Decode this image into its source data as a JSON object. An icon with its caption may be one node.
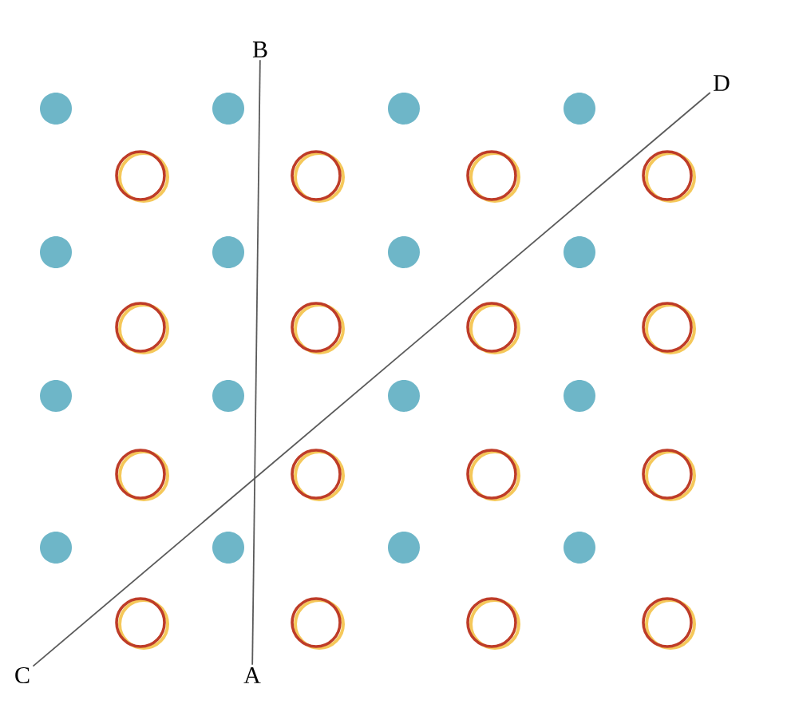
{
  "diagram": {
    "nodes": [
      {
        "text": [
          "A"
        ]
      },
      {
        "text": [
          "B"
        ]
      },
      {
        "text": [
          "C"
        ]
      },
      {
        "text": [
          "D"
        ]
      }
    ],
    "edges": [
      {
        "from": 0,
        "to": 1,
        "arrow": "none"
      },
      {
        "from": 2,
        "to": 3,
        "arrow": "none"
      }
    ]
  }
}
